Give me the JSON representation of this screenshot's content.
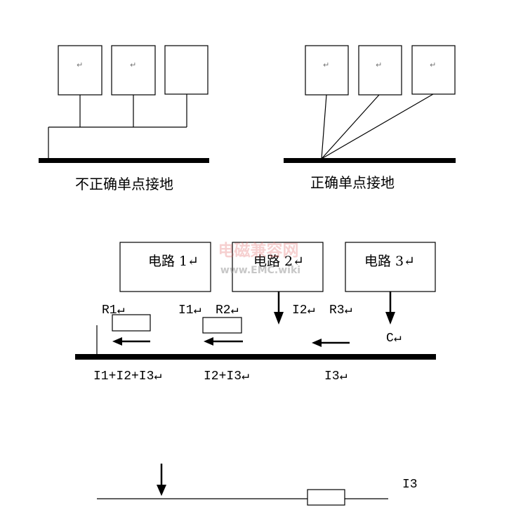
{
  "watermark": {
    "cn": "电磁兼容网",
    "url": "www.EMC.wiki"
  },
  "incorrect": {
    "caption": "不正确单点接地",
    "box_marks": [
      "↵",
      "↵"
    ]
  },
  "correct": {
    "caption": "正确单点接地",
    "box_marks": [
      "↵",
      "↵",
      "↵"
    ]
  },
  "circuits": {
    "box1": "电路 1↵",
    "box2": "电路 2↵",
    "box3": "电路 3↵",
    "r1": "R1↵",
    "i1": "I1↵",
    "r2": "R2↵",
    "i2": "I2↵",
    "r3": "R3↵",
    "c": "C↵",
    "seg1": "I1+I2+I3↵",
    "seg2": "I2+I3↵",
    "seg3": "I3↵"
  },
  "bottom": {
    "label": "I3"
  }
}
